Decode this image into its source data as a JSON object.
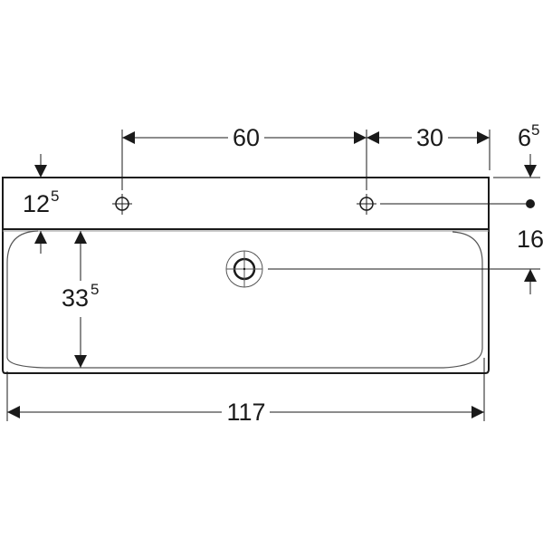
{
  "drawing": {
    "type": "washbasin-top-view-dimensions",
    "line_color": "#1a1a1a",
    "background": "#ffffff",
    "dimensions": {
      "tap_hole_spacing": {
        "value": "60",
        "sup": ""
      },
      "tap_hole_to_edge": {
        "value": "30",
        "sup": ""
      },
      "top_offset": {
        "value": "6",
        "sup": "5"
      },
      "shelf_depth": {
        "value": "12",
        "sup": "5"
      },
      "bowl_depth": {
        "value": "33",
        "sup": "5"
      },
      "drain_offset": {
        "value": "16",
        "sup": ""
      },
      "total_width": {
        "value": "117",
        "sup": ""
      }
    }
  }
}
